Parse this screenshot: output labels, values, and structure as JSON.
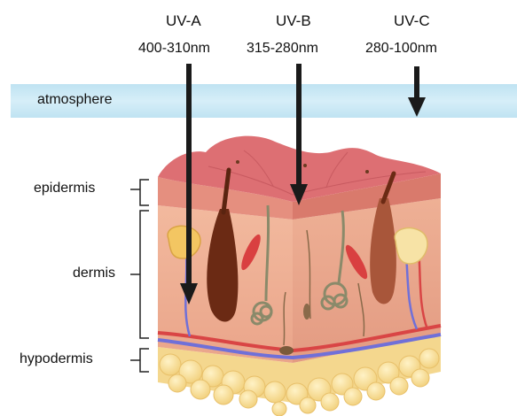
{
  "uv": [
    {
      "name": "UV-A",
      "range": "400-310nm"
    },
    {
      "name": "UV-B",
      "range": "315-280nm"
    },
    {
      "name": "UV-C",
      "range": "280-100nm"
    }
  ],
  "atmosphere": {
    "label": "atmosphere",
    "color": "#c9e8f4"
  },
  "layers": {
    "epidermis": "epidermis",
    "dermis": "dermis",
    "hypodermis": "hypodermis"
  },
  "colors": {
    "arrow": "#1a1a1a",
    "epidermis_top": "#d96b6b",
    "dermis": "#f0b79a",
    "hypodermis_fat": "#f6dc92",
    "artery": "#d94040",
    "vein": "#6a6ad8"
  }
}
